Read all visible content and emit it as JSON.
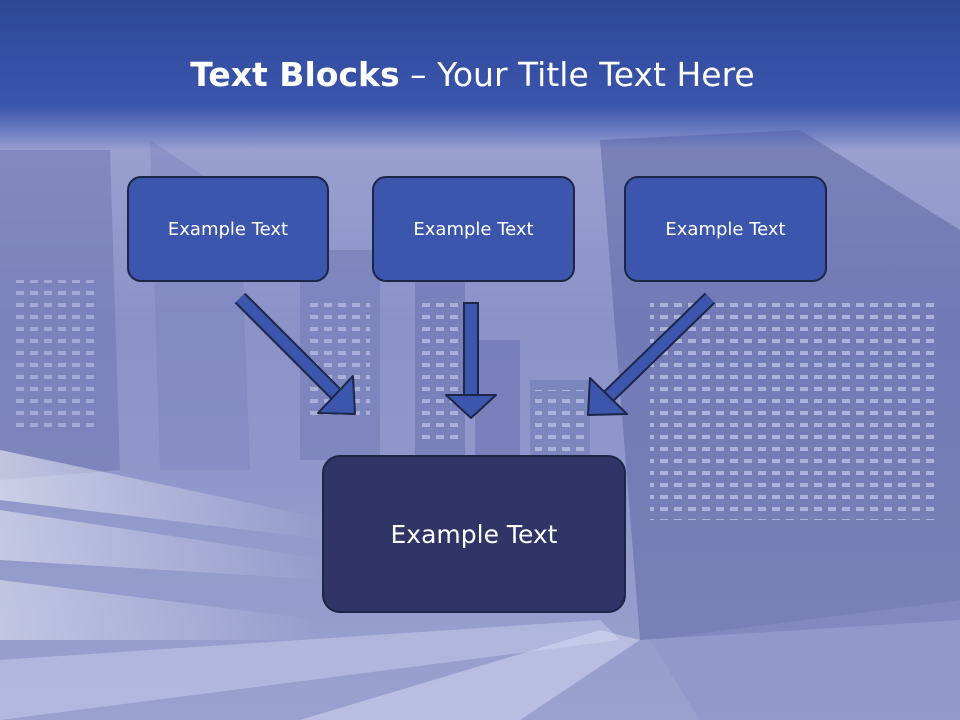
{
  "slide": {
    "title_strong": "Text Blocks",
    "title_dash": "–",
    "title_rest": "Your Title Text Here"
  },
  "blocks": [
    {
      "label": "Example Text"
    },
    {
      "label": "Example Text"
    },
    {
      "label": "Example Text"
    }
  ],
  "target": {
    "label": "Example Text"
  },
  "colors": {
    "title_band": "#3a55ad",
    "block_fill": "#3c55ad",
    "target_fill": "#303467",
    "block_border": "#1c2647",
    "arrow_fill": "#3c55ad"
  },
  "background": {
    "description_icon": "city-night-skyline-image"
  }
}
